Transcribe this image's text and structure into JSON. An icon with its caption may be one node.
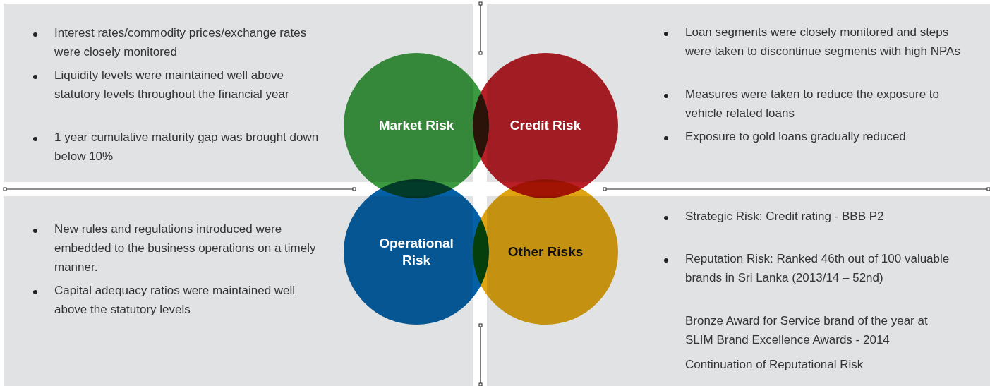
{
  "diagram": {
    "nodes": [
      {
        "text": [
          "Interest rates/commodity prices/exchange rates were closely monitored",
          "Liquidity levels were maintained well above statutory levels throughout the financial year",
          "1 year cumulative maturity gap was brought down below 10%"
        ]
      },
      {
        "text": [
          "Loan segments were closely monitored and steps were taken to discontinue segments with high NPAs",
          "Measures were taken to reduce the exposure to vehicle related loans",
          "Exposure to gold loans gradually reduced"
        ]
      },
      {
        "text": [
          "New rules and regulations introduced were embedded to the business operations on a timely manner.",
          "Capital adequacy ratios were maintained well above the statutory levels"
        ]
      },
      {
        "text": [
          "Strategic Risk: Credit rating - BBB P2",
          "Reputation Risk: Ranked 46th out of 100 valuable brands in Sri Lanka (2013/14 – 52nd)",
          "Bronze Award for Service brand of the year at SLIM Brand Excellence Awards - 2014",
          "Continuation of Reputational Risk"
        ]
      },
      {
        "text": [
          "Market Risk"
        ]
      },
      {
        "text": [
          "Credit Risk"
        ]
      },
      {
        "text": [
          "Operational Risk"
        ]
      },
      {
        "text": [
          "Other Risks"
        ]
      }
    ],
    "edges": []
  }
}
